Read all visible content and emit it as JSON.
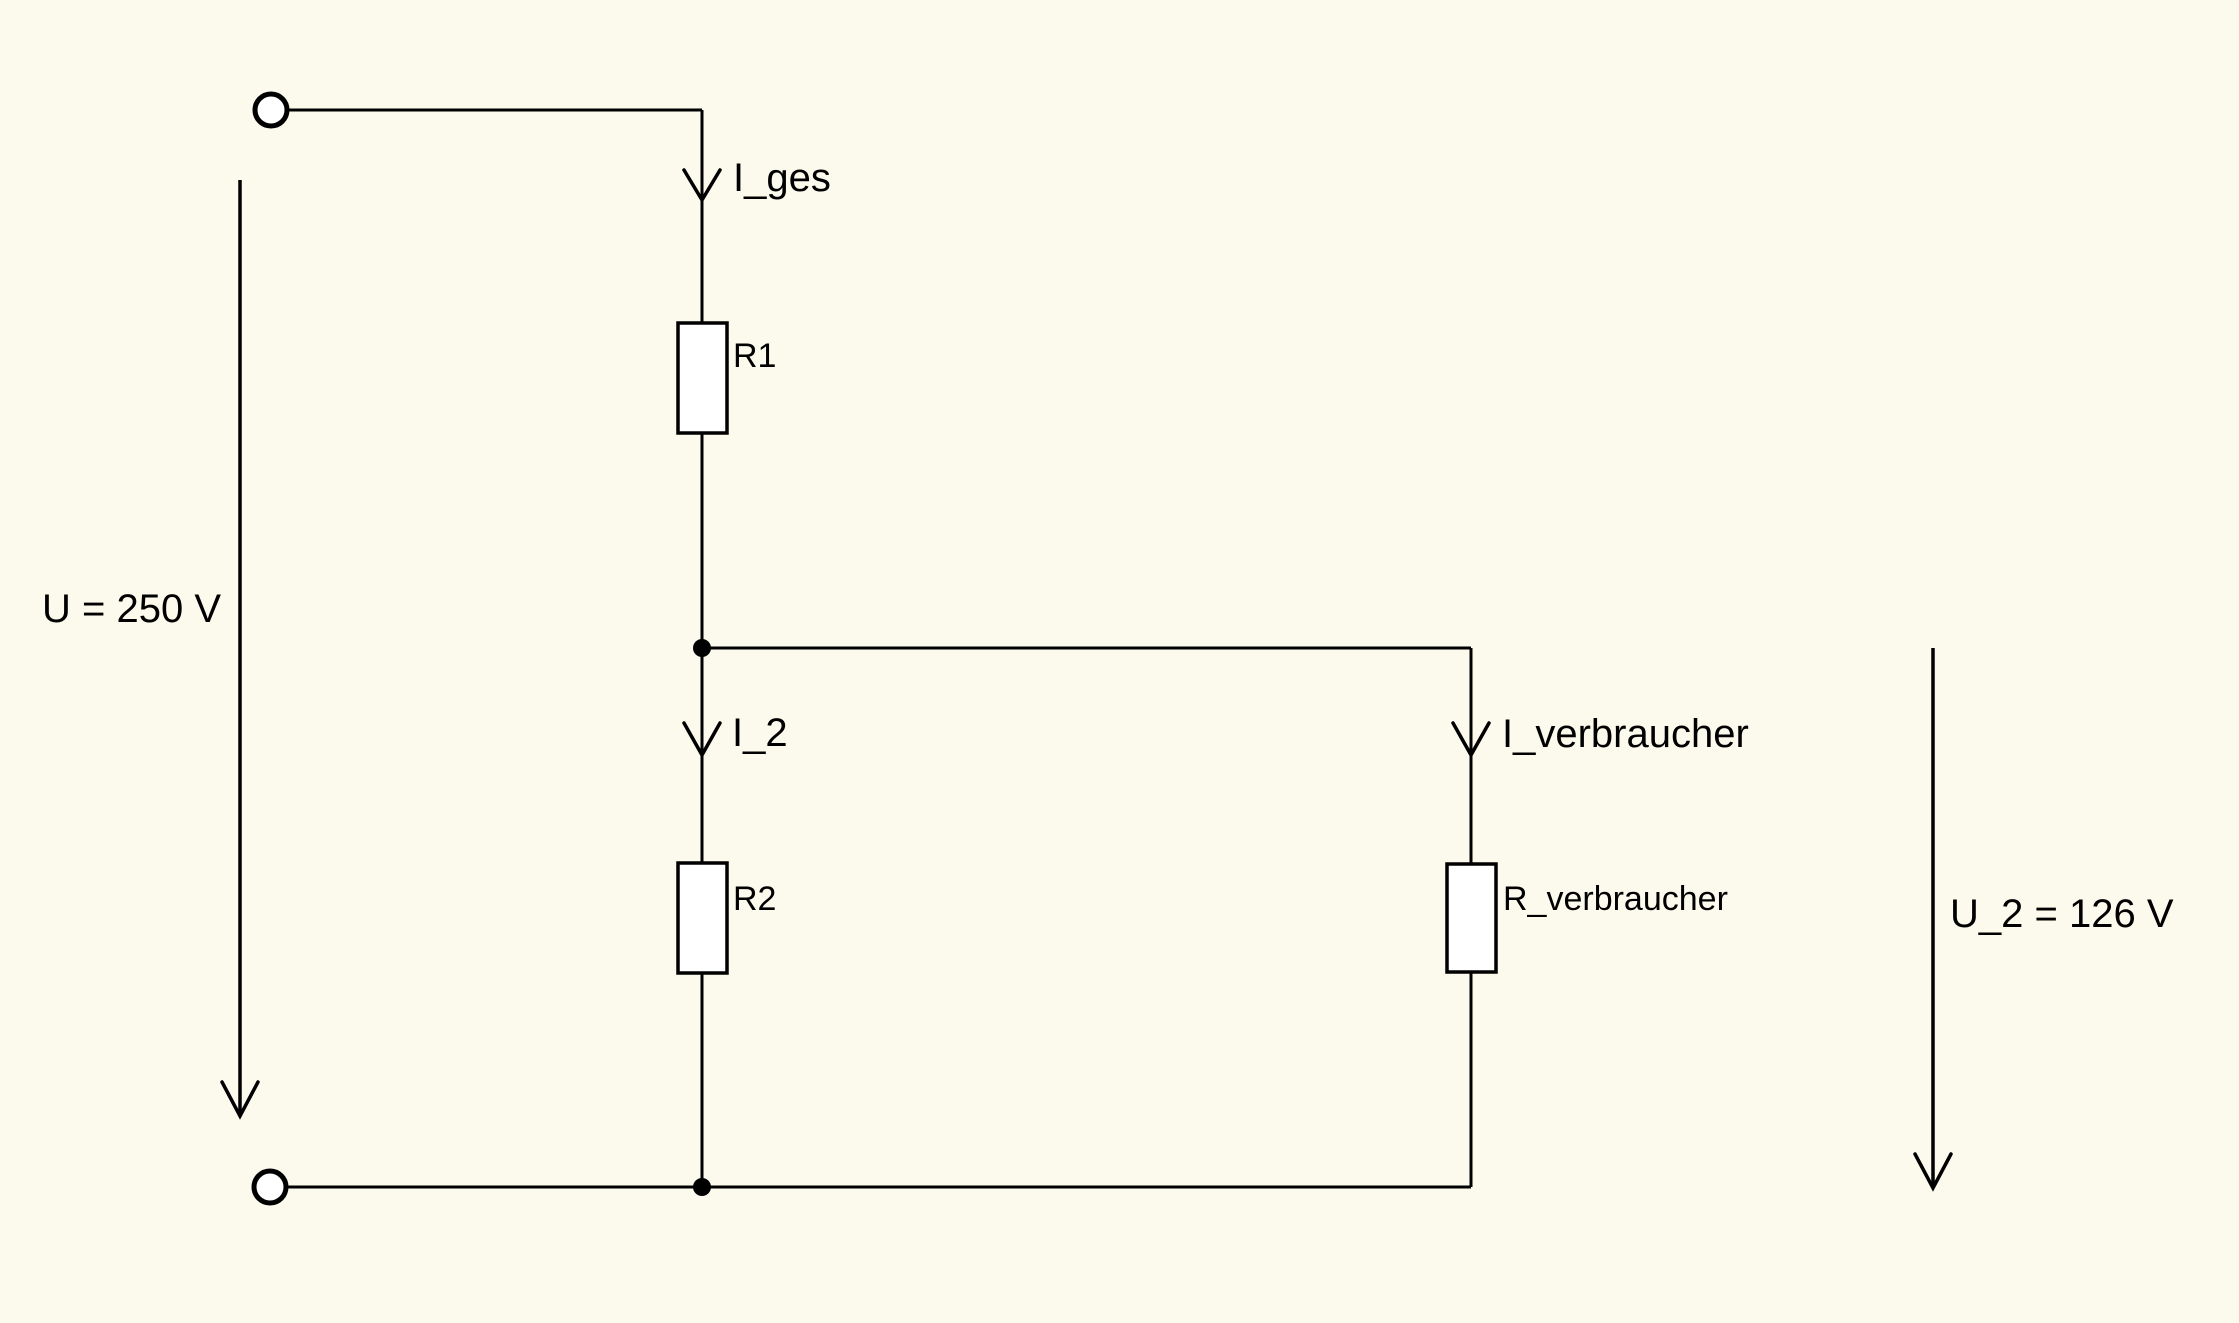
{
  "diagram": {
    "type": "circuit-schematic",
    "colors": {
      "background": "#fcfaec",
      "line": "#000000",
      "component_fill": "#ffffff"
    },
    "labels": {
      "supply_voltage": "U = 250 V",
      "total_current": "I_ges",
      "resistor_1": "R1",
      "branch_current_2": "I_2",
      "consumer_current": "I_verbraucher",
      "resistor_2": "R2",
      "consumer_resistor": "R_verbraucher",
      "branch_voltage_2": "U_2 = 126 V"
    }
  }
}
